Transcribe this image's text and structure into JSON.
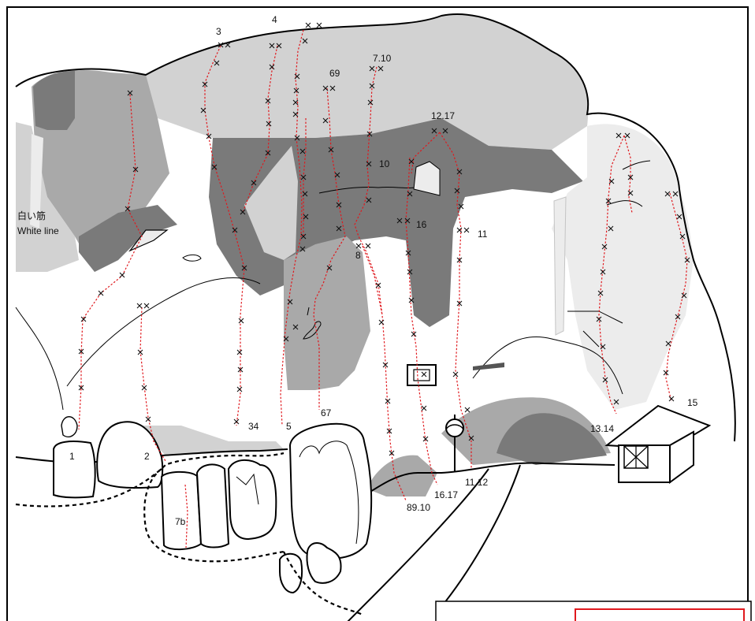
{
  "legend": {
    "white_line_jp": "白い筋",
    "white_line_en": "White line"
  },
  "route_labels": {
    "r1": "1",
    "r2": "2",
    "r3": "3",
    "r4": "4",
    "r34": "34",
    "r5": "5",
    "r6_9": "69",
    "r7_10": "7.10",
    "r6_7": "67",
    "r7b": "7b",
    "r8": "8",
    "r8_9_10": "89.10",
    "r10": "10",
    "r11": "11",
    "r11_12": "11.12",
    "r12_17": "12.17",
    "r13_14": "13.14",
    "r15": "15",
    "r16": "16",
    "r16_17": "16.17"
  },
  "colors": {
    "route_line": "#e0191e",
    "rock_light": "#d2d2d2",
    "rock_mid": "#a9a9a9",
    "rock_dark": "#7a7a7a",
    "rock_white": "#ececec",
    "outline": "#000000",
    "info_box_border": "#e0191e"
  },
  "icons": [
    "bolt-x-icon",
    "ring-anchor-icon",
    "square-marker-icon",
    "hut-icon"
  ]
}
